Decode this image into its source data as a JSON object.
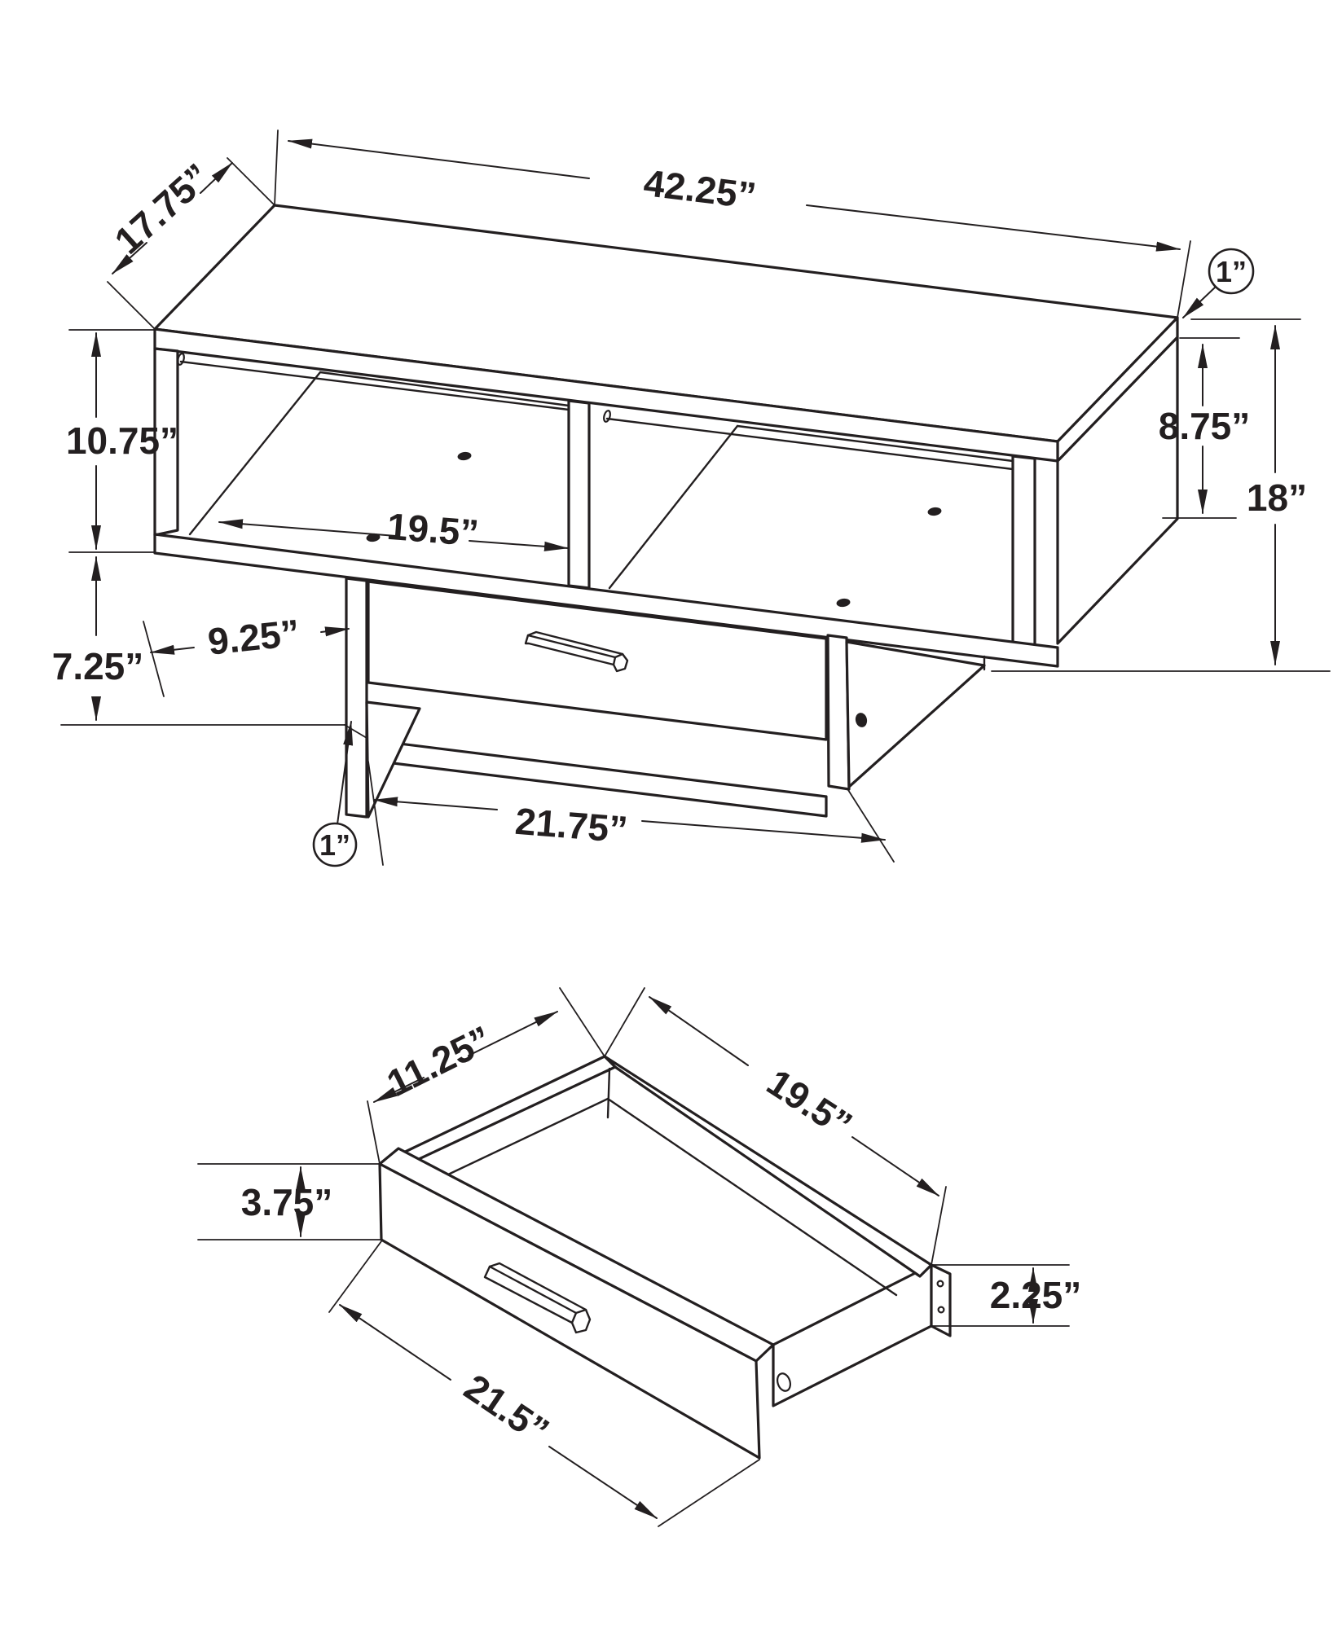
{
  "page": {
    "background": "#ffffff",
    "line_color": "#231f20"
  },
  "figures": [
    {
      "name": "wall-mounted console isometric view",
      "dimensions": {
        "top_width": "42.25”",
        "top_depth": "17.75”",
        "upper_section_height": "10.75”",
        "drawer_section_height": "7.25”",
        "side_offset": "9.25”",
        "cubby_width": "19.5”",
        "inner_height": "8.75”",
        "overall_height": "18”",
        "drawer_span": "21.75”",
        "top_thickness": "1”",
        "panel_thickness": "1”"
      }
    },
    {
      "name": "drawer isometric view",
      "dimensions": {
        "inner_depth": "11.25”",
        "inner_width": "19.5”",
        "front_height": "3.75”",
        "side_height": "2.25”",
        "front_width": "21.5”"
      }
    }
  ]
}
